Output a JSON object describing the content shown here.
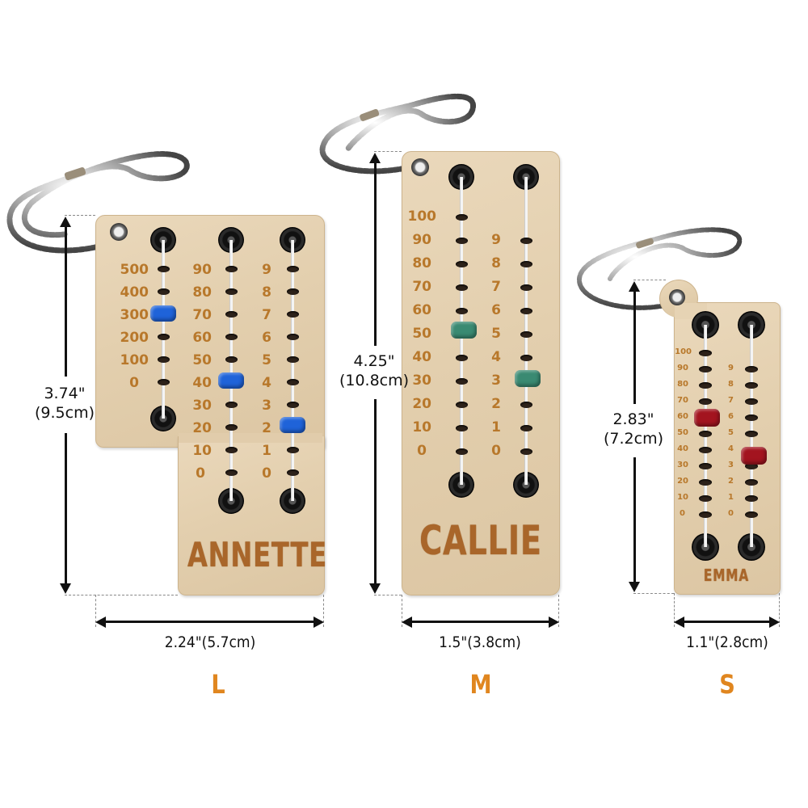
{
  "colors": {
    "size_label": "#e0861f",
    "engraving": "#b8782b",
    "bead_large": "#1f63d9",
    "bead_medium": "#3a8a72",
    "bead_small": "#a3141f",
    "dimension_text": "#111111"
  },
  "products": [
    {
      "size": "L",
      "name": "ANNETTE",
      "height_label": "3.74\"",
      "height_metric": "(9.5cm)",
      "width_label": "2.24\"(5.7cm)",
      "columns": [
        {
          "labels": [
            "500",
            "400",
            "300",
            "200",
            "100",
            "0"
          ],
          "bead_at": "300"
        },
        {
          "labels": [
            "90",
            "80",
            "70",
            "60",
            "50",
            "40",
            "30",
            "20",
            "10",
            "0"
          ],
          "bead_at": "40"
        },
        {
          "labels": [
            "9",
            "8",
            "7",
            "6",
            "5",
            "4",
            "3",
            "2",
            "1",
            "0"
          ],
          "bead_at": "2"
        }
      ],
      "bead_color": "blue"
    },
    {
      "size": "M",
      "name": "CALLIE",
      "height_label": "4.25\"",
      "height_metric": "(10.8cm)",
      "width_label": "1.5\"(3.8cm)",
      "columns": [
        {
          "labels": [
            "100",
            "90",
            "80",
            "70",
            "60",
            "50",
            "40",
            "30",
            "20",
            "10",
            "0"
          ],
          "bead_at": "50"
        },
        {
          "labels": [
            "9",
            "8",
            "7",
            "6",
            "5",
            "4",
            "3",
            "2",
            "1",
            "0"
          ],
          "bead_at": "3"
        }
      ],
      "bead_color": "teal"
    },
    {
      "size": "S",
      "name": "EMMA",
      "height_label": "2.83\"",
      "height_metric": "(7.2cm)",
      "width_label": "1.1\"(2.8cm)",
      "columns": [
        {
          "labels": [
            "100",
            "90",
            "80",
            "70",
            "60",
            "50",
            "40",
            "30",
            "20",
            "10",
            "0"
          ],
          "bead_at": "60"
        },
        {
          "labels": [
            "9",
            "8",
            "7",
            "6",
            "5",
            "4",
            "3",
            "2",
            "1",
            "0"
          ],
          "bead_at": "4"
        }
      ],
      "bead_color": "red"
    }
  ]
}
